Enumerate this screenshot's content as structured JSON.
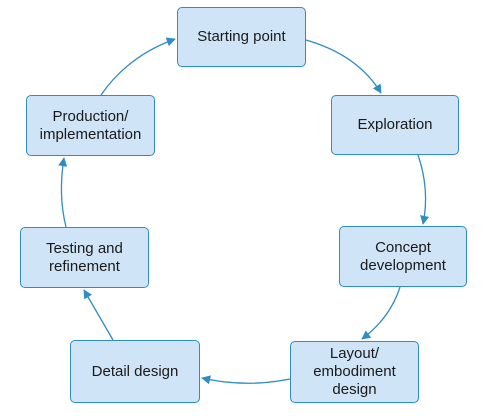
{
  "diagram": {
    "type": "cycle",
    "direction": "clockwise",
    "colors": {
      "node_fill": "#cfe4f6",
      "node_border": "#2f8cc4",
      "arrow": "#2f8cc4",
      "text": "#1a1a1a"
    },
    "nodes": [
      {
        "id": "start",
        "label": "Starting point"
      },
      {
        "id": "explore",
        "label": "Exploration"
      },
      {
        "id": "concept",
        "label": "Concept\ndevelopment"
      },
      {
        "id": "layout",
        "label": "Layout/\nembodiment\ndesign"
      },
      {
        "id": "detail",
        "label": "Detail design"
      },
      {
        "id": "testing",
        "label": "Testing and\nrefinement"
      },
      {
        "id": "prod",
        "label": "Production/\nimplementation"
      }
    ],
    "edges": [
      {
        "from": "start",
        "to": "explore"
      },
      {
        "from": "explore",
        "to": "concept"
      },
      {
        "from": "concept",
        "to": "layout"
      },
      {
        "from": "layout",
        "to": "detail"
      },
      {
        "from": "detail",
        "to": "testing"
      },
      {
        "from": "testing",
        "to": "prod"
      },
      {
        "from": "prod",
        "to": "start"
      }
    ]
  }
}
